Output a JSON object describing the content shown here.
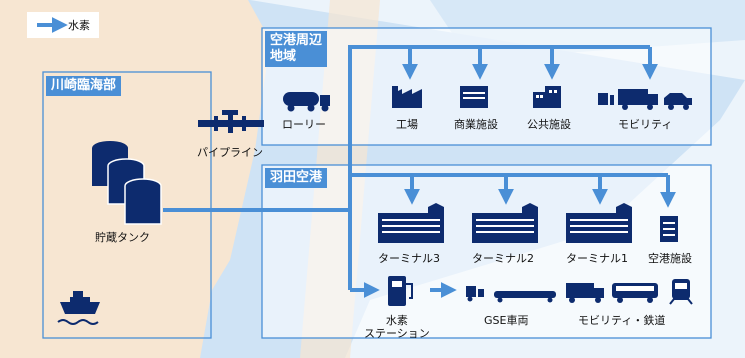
{
  "legend": {
    "label": "水素"
  },
  "regions": {
    "kawasaki": "川崎臨海部",
    "airport_area": "空港周辺\n地域",
    "haneda": "羽田空港"
  },
  "labels": {
    "tank": "貯蔵タンク",
    "pipeline": "パイプライン",
    "lorry": "ローリー",
    "factory": "工場",
    "commercial": "商業施設",
    "public": "公共施設",
    "mobility_top": "モビリティ",
    "terminal3": "ターミナル3",
    "terminal2": "ターミナル2",
    "terminal1": "ターミナル1",
    "airport_facility": "空港施設",
    "h2_station": "水素\nステーション",
    "gse": "GSE車両",
    "mobility_rail": "モビリティ・鉄道"
  },
  "colors": {
    "accent": "#4a8fd6",
    "icon": "#0d2b6e",
    "water": "#cfe3f5",
    "land": "#f7e6d2"
  }
}
